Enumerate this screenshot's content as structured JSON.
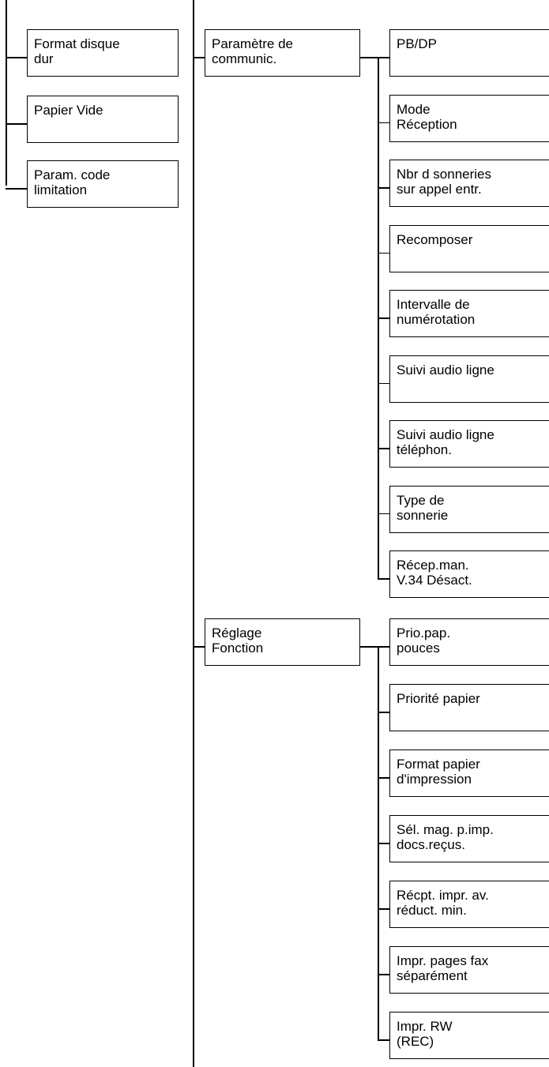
{
  "column1": [
    {
      "line1": "Format disque",
      "line2": "dur"
    },
    {
      "line1": "Papier Vide",
      "line2": ""
    },
    {
      "line1": "Param. code",
      "line2": "limitation"
    }
  ],
  "groups": [
    {
      "line1": "Paramètre de",
      "line2": "communic.",
      "items": [
        {
          "line1": "PB/DP",
          "line2": ""
        },
        {
          "line1": "Mode",
          "line2": "Réception"
        },
        {
          "line1": "Nbr d sonneries",
          "line2": "sur appel entr."
        },
        {
          "line1": "Recomposer",
          "line2": ""
        },
        {
          "line1": "Intervalle de",
          "line2": "numérotation"
        },
        {
          "line1": "Suivi audio ligne",
          "line2": ""
        },
        {
          "line1": "Suivi audio ligne",
          "line2": "téléphon."
        },
        {
          "line1": "Type de",
          "line2": "sonnerie"
        },
        {
          "line1": "Récep.man.",
          "line2": "V.34 Désact."
        }
      ]
    },
    {
      "line1": "Réglage",
      "line2": "Fonction",
      "items": [
        {
          "line1": "Prio.pap.",
          "line2": "pouces"
        },
        {
          "line1": "Priorité papier",
          "line2": ""
        },
        {
          "line1": "Format papier",
          "line2": "d'impression"
        },
        {
          "line1": "Sél. mag. p.imp.",
          "line2": "docs.reçus."
        },
        {
          "line1": "Récpt. impr. av.",
          "line2": "réduct. min."
        },
        {
          "line1": "Impr. pages fax",
          "line2": "séparément"
        },
        {
          "line1": "Impr. RW",
          "line2": "(REC)"
        }
      ]
    }
  ]
}
